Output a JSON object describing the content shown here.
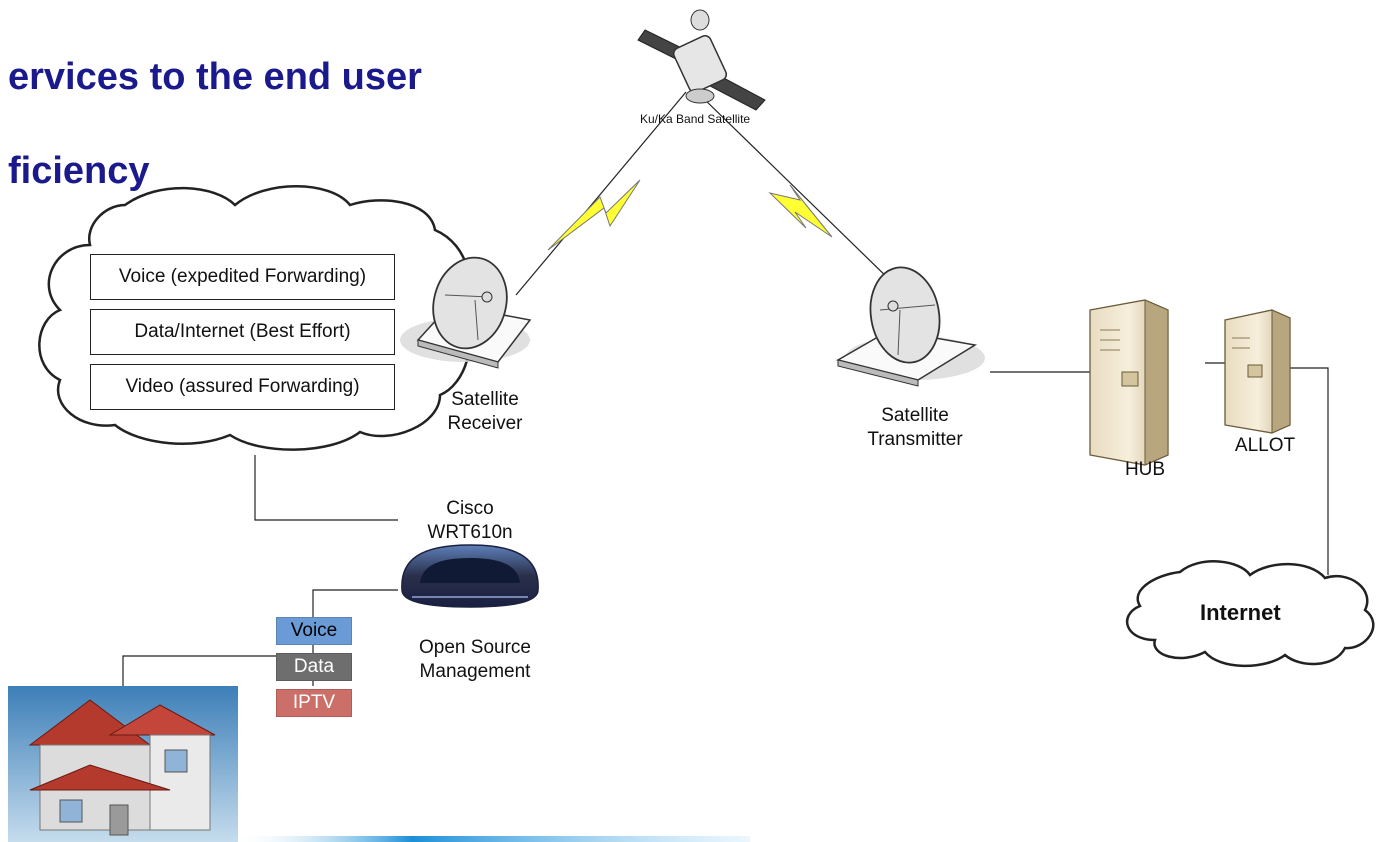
{
  "slide": {
    "title_line1": "ervices to the end user",
    "title_line2": "ficiency"
  },
  "qos": {
    "voice": "Voice (expedited Forwarding)",
    "data": "Data/Internet (Best Effort)",
    "video": "Video (assured Forwarding)"
  },
  "nodes": {
    "satellite": "Ku/Ka Band Satellite",
    "receiver_line1": "Satellite",
    "receiver_line2": "Receiver",
    "transmitter_line1": "Satellite",
    "transmitter_line2": "Transmitter",
    "hub": "HUB",
    "allot": "ALLOT",
    "internet": "Internet",
    "router_line1": "Cisco",
    "router_line2": "WRT610n",
    "mgmt_line1": "Open Source",
    "mgmt_line2": "Management"
  },
  "services": {
    "voice": "Voice",
    "data": "Data",
    "iptv": "IPTV"
  },
  "colors": {
    "title": "#1a1a8c",
    "voice": "#6b9bd6",
    "data": "#6e6e6e",
    "iptv": "#cc6f68",
    "lightning": "#ffff33",
    "bottom_band": "#1c8fd8"
  },
  "icons": [
    "satellite-icon",
    "dish-icon",
    "server-icon",
    "router-icon",
    "house-icon",
    "cloud-icon",
    "lightning-icon"
  ]
}
